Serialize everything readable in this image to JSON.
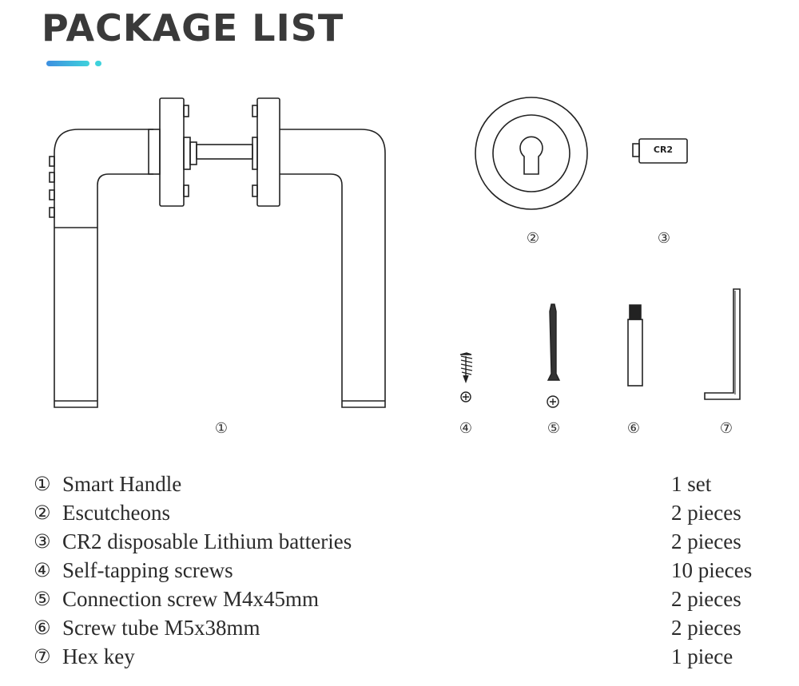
{
  "title": "PACKAGE LIST",
  "accent_colors": [
    "#3d8fe0",
    "#3fd2dc"
  ],
  "diagram_labels": [
    "①",
    "②",
    "③",
    "④",
    "⑤",
    "⑥",
    "⑦"
  ],
  "battery_label": "CR2",
  "items": [
    {
      "index": "①",
      "name": "Smart Handle",
      "qty": "1 set"
    },
    {
      "index": "②",
      "name": "Escutcheons",
      "qty": "2 pieces"
    },
    {
      "index": "③",
      "name": "CR2 disposable Lithium batteries",
      "qty": "2 pieces"
    },
    {
      "index": "④",
      "name": "Self-tapping screws",
      "qty": "10 pieces"
    },
    {
      "index": "⑤",
      "name": "Connection screw M4x45mm",
      "qty": "2 pieces"
    },
    {
      "index": "⑥",
      "name": "Screw tube M5x38mm",
      "qty": "2 pieces"
    },
    {
      "index": "⑦",
      "name": "Hex key",
      "qty": "1 piece"
    }
  ]
}
